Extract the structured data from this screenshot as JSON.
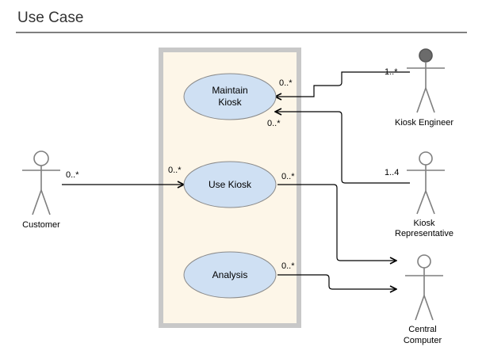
{
  "header": {
    "title": "Use Case"
  },
  "colors": {
    "system_fill": "#fdf6e8",
    "system_border": "#c8c8c8",
    "usecase_fill": "#cfe0f3",
    "usecase_border": "#8a8a8a",
    "actor_stroke": "#7f7f7f",
    "engineer_head_fill": "#6b6b6b",
    "line": "#000000"
  },
  "use_cases": {
    "maintain": {
      "line1": "Maintain",
      "line2": "Kiosk"
    },
    "use": {
      "label": "Use Kiosk"
    },
    "analysis": {
      "label": "Analysis"
    }
  },
  "actors": {
    "customer": {
      "label": "Customer"
    },
    "engineer": {
      "label": "Kiosk Engineer"
    },
    "representative": {
      "line1": "Kiosk",
      "line2": "Representative"
    },
    "central": {
      "line1": "Central",
      "line2": "Computer"
    }
  },
  "multiplicities": {
    "maintain_top": "0..*",
    "maintain_bottom": "0..*",
    "engineer": "1..*",
    "representative": "1..4",
    "customer": "0..*",
    "use_left": "0..*",
    "use_right": "0..*",
    "analysis_right": "0..*"
  }
}
